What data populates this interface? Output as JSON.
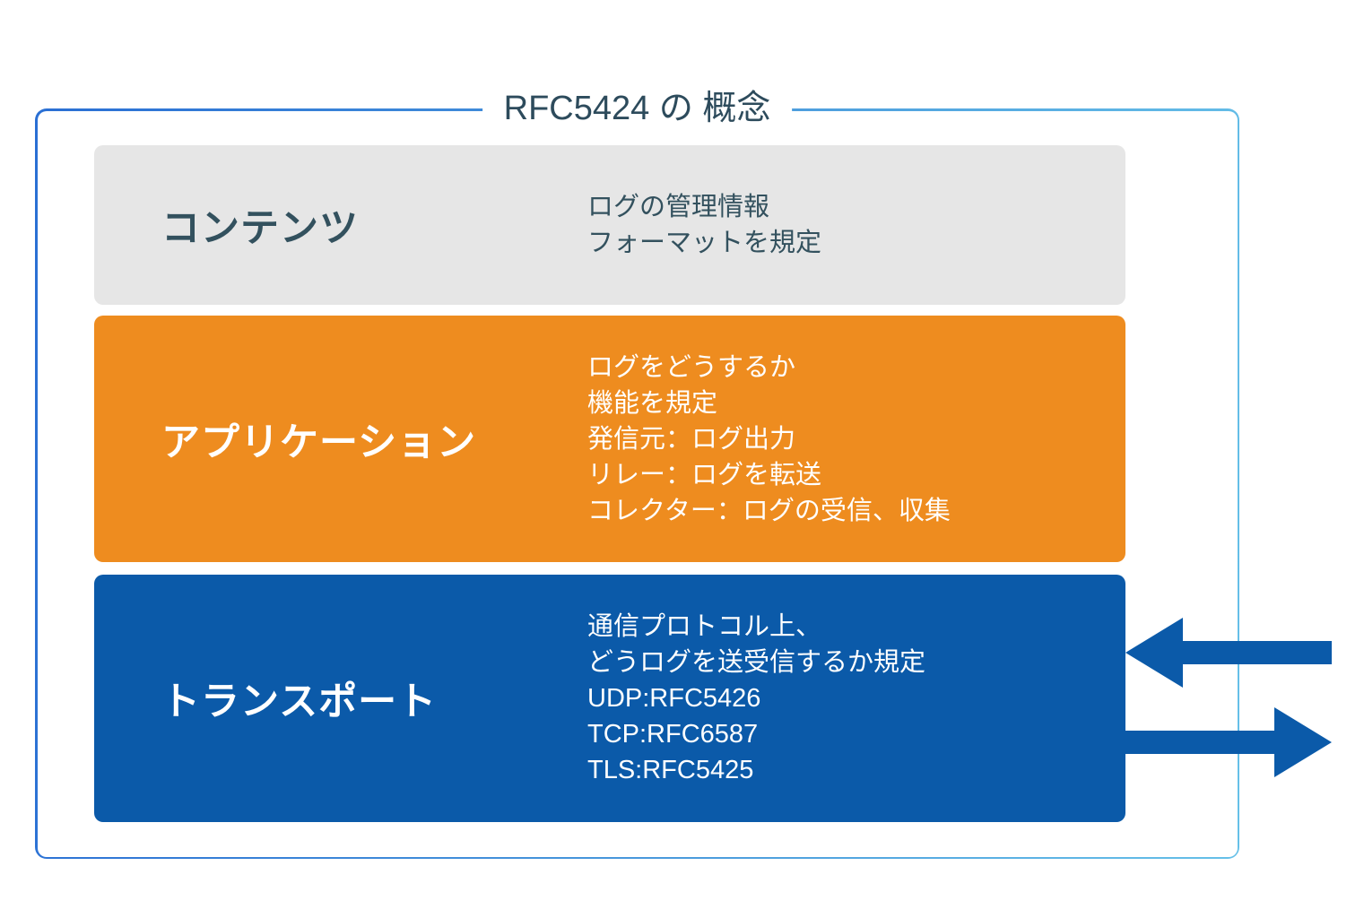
{
  "diagram": {
    "title": "RFC5424 の 概念",
    "colors": {
      "frame_border_left": "#2a6fd4",
      "frame_border_right": "#66c0e8",
      "title_text": "#2d4b5c",
      "content_layer_bg": "#e6e6e6",
      "content_layer_text": "#33515e",
      "application_layer_bg": "#ee8c1f",
      "transport_layer_bg": "#0b5aa9",
      "light_text": "#ffffff",
      "arrow": "#0b5aa9"
    },
    "layers": [
      {
        "label": "コンテンツ",
        "details": [
          "ログの管理情報",
          "フォーマットを規定"
        ]
      },
      {
        "label": "アプリケーション",
        "details": [
          "ログをどうするか",
          "機能を規定",
          "発信元：ログ出力",
          "リレー：ログを転送",
          "コレクター：ログの受信、収集"
        ]
      },
      {
        "label": "トランスポート",
        "details": [
          "通信プロトコル上、",
          "どうログを送受信するか規定",
          "UDP:RFC5426",
          "TCP:RFC6587",
          "TLS:RFC5425"
        ]
      }
    ],
    "arrows": [
      {
        "name": "inbound-arrow",
        "direction": "left"
      },
      {
        "name": "outbound-arrow",
        "direction": "right"
      }
    ]
  }
}
